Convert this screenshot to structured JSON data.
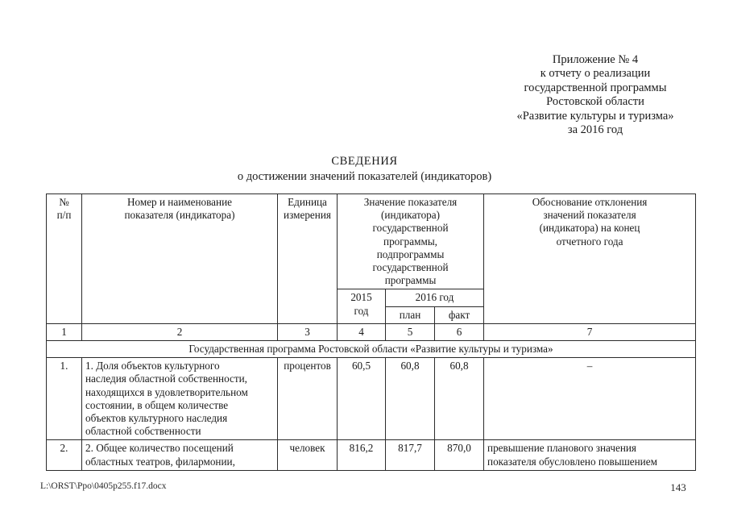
{
  "document": {
    "appendix_lines": [
      "Приложение № 4",
      "к отчету о реализации",
      "государственной программы",
      "Ростовской области",
      "«Развитие культуры и туризма»",
      "за 2016 год"
    ],
    "title_line_1": "СВЕДЕНИЯ",
    "title_line_2": "о достижении значений показателей (индикаторов)"
  },
  "table": {
    "header": {
      "col1_lines": [
        "№",
        "п/п"
      ],
      "col2_lines": [
        "Номер и наименование",
        "показателя (индикатора)"
      ],
      "col3_lines": [
        "Единица",
        "измерения"
      ],
      "col456_group_lines": [
        "Значение показателя",
        "(индикатора)",
        "государственной",
        "программы,",
        "подпрограммы",
        "государственной",
        "программы"
      ],
      "col4_lines": [
        "2015",
        "год"
      ],
      "col56_group": "2016 год",
      "col5": "план",
      "col6": "факт",
      "col7_lines": [
        "Обоснование отклонения",
        "значений показателя",
        "(индикатора) на конец",
        "отчетного года"
      ]
    },
    "column_numbers": [
      "1",
      "2",
      "3",
      "4",
      "5",
      "6",
      "7"
    ],
    "program_row": "Государственная программа Ростовской области «Развитие культуры и туризма»",
    "rows": [
      {
        "index": "1.",
        "name_lines": [
          "1. Доля объектов культурного",
          "наследия областной собственности,",
          "находящихся в удовлетворительном",
          "состоянии,  в общем количестве",
          "объектов культурного наследия",
          "областной собственности"
        ],
        "unit": "процентов",
        "value_2015": "60,5",
        "plan_2016": "60,8",
        "fact_2016": "60,8",
        "justification_lines": [
          "–"
        ]
      },
      {
        "index": "2.",
        "name_lines": [
          "2. Общее количество посещений",
          "областных театров, филармонии,"
        ],
        "unit": "человек",
        "value_2015": "816,2",
        "plan_2016": "817,7",
        "fact_2016": "870,0",
        "justification_lines": [
          "превышение планового значения",
          "показателя обусловлено повышением"
        ]
      }
    ]
  },
  "footer": {
    "file_path": "L:\\ORST\\Ppo\\0405p255.f17.docx",
    "page_number": "143"
  }
}
